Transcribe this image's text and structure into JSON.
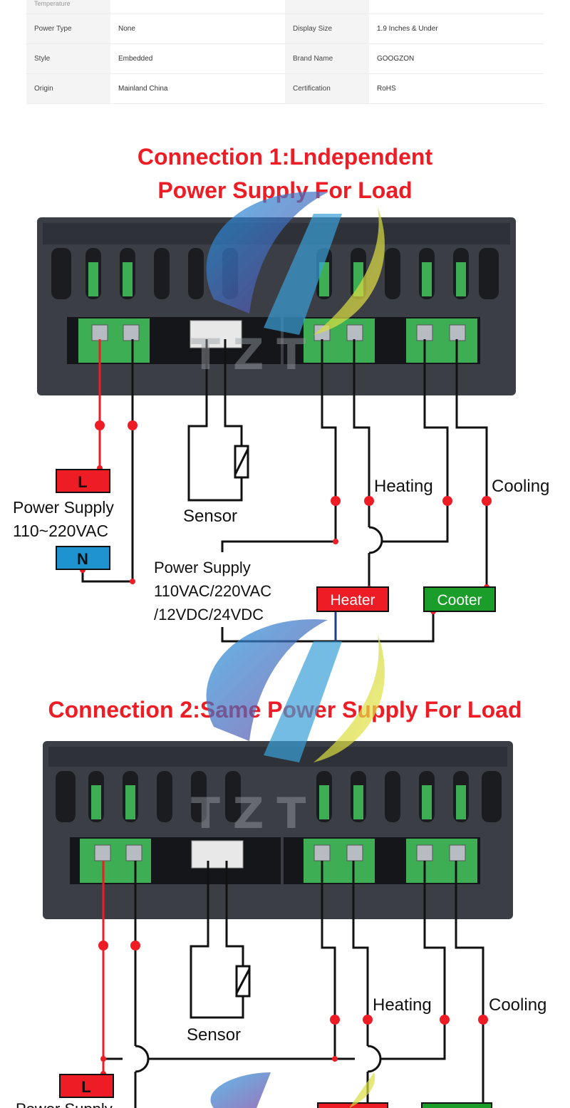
{
  "specs": {
    "cut_label": "Temperature",
    "rows": [
      {
        "k1": "Power Type",
        "v1": "None",
        "k2": "Display Size",
        "v2": "1.9 Inches & Under"
      },
      {
        "k1": "Style",
        "v1": "Embedded",
        "k2": "Brand Name",
        "v2": "GOOGZON"
      },
      {
        "k1": "Origin",
        "v1": "Mainland China",
        "k2": "Certification",
        "v2": "RoHS"
      }
    ]
  },
  "connection1": {
    "title_line1": "Connection 1:Lndependent",
    "title_line2": "Power Supply For Load",
    "l_label": "L",
    "n_label": "N",
    "supply_line1": "Power Supply",
    "supply_line2": "110~220VAC",
    "sensor_label": "Sensor",
    "heating_label": "Heating",
    "cooling_label": "Cooling",
    "load_supply_line1": "Power Supply",
    "load_supply_line2": "110VAC/220VAC",
    "load_supply_line3": "/12VDC/24VDC",
    "heater_label": "Heater",
    "cooler_label": "Cooter"
  },
  "connection2": {
    "title": "Connection 2:Same Power Supply For Load",
    "sensor_label": "Sensor",
    "heating_label": "Heating",
    "cooling_label": "Cooling",
    "l_label": "L",
    "supply_partial": "Power Supply"
  },
  "watermark": "TZT",
  "colors": {
    "title": "#ee1c25",
    "terminal_green": "#3dae54",
    "label_red": "#ee1c25",
    "label_blue": "#1e93d0",
    "cooler_green": "#1b9d2a",
    "housing": "#3b3e45"
  }
}
